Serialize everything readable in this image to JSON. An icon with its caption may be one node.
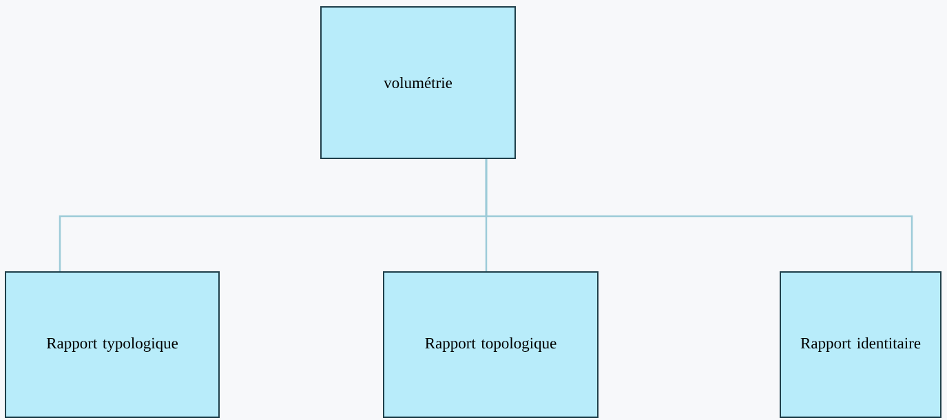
{
  "diagram": {
    "nodes": [
      {
        "text": [
          "volumétrie"
        ]
      },
      {
        "text": [
          "Rapport typologique"
        ]
      },
      {
        "text": [
          "Rapport topologique"
        ]
      },
      {
        "text": [
          "Rapport identitaire"
        ]
      }
    ],
    "edges": [
      {
        "from": 0,
        "to": 1,
        "arrow": "none"
      },
      {
        "from": 0,
        "to": 2,
        "arrow": "none"
      },
      {
        "from": 0,
        "to": 3,
        "arrow": "none"
      }
    ]
  }
}
